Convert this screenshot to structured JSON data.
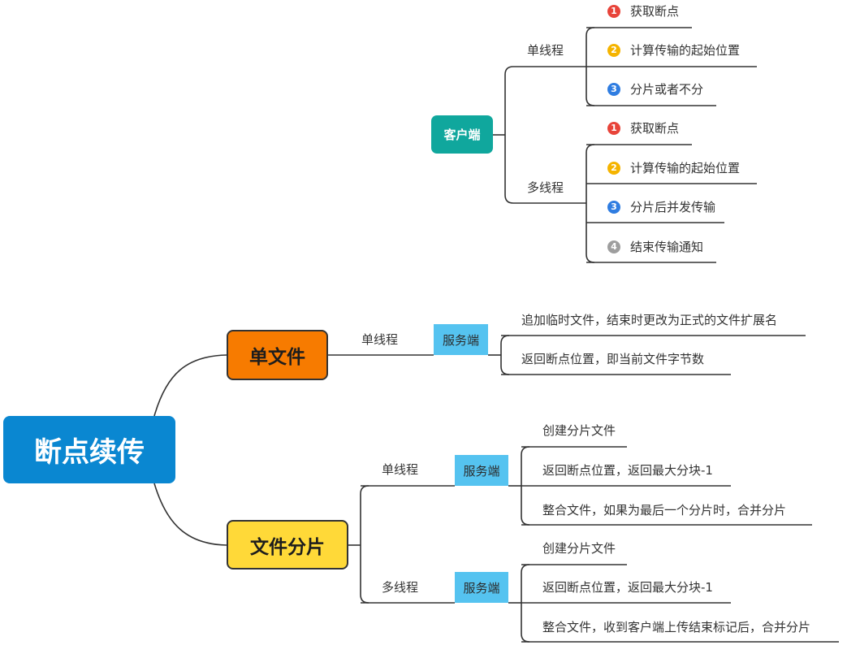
{
  "root": {
    "title": "断点续传"
  },
  "client": {
    "title": "客户端",
    "single": {
      "label": "单线程",
      "items": [
        {
          "num": "1",
          "color": "#e8443a",
          "text": "获取断点"
        },
        {
          "num": "2",
          "color": "#f5b400",
          "text": "计算传输的起始位置"
        },
        {
          "num": "3",
          "color": "#2f7de1",
          "text": "分片或者不分"
        }
      ]
    },
    "multi": {
      "label": "多线程",
      "items": [
        {
          "num": "1",
          "color": "#e8443a",
          "text": "获取断点"
        },
        {
          "num": "2",
          "color": "#f5b400",
          "text": "计算传输的起始位置"
        },
        {
          "num": "3",
          "color": "#2f7de1",
          "text": "分片后并发传输"
        },
        {
          "num": "4",
          "color": "#9e9e9e",
          "text": "结束传输通知"
        }
      ]
    }
  },
  "single_file": {
    "title": "单文件",
    "thread_label": "单线程",
    "server_label": "服务端",
    "items": [
      "追加临时文件，结束时更改为正式的文件扩展名",
      "返回断点位置，即当前文件字节数"
    ]
  },
  "chunked_file": {
    "title": "文件分片",
    "single": {
      "thread_label": "单线程",
      "server_label": "服务端",
      "items": [
        "创建分片文件",
        "返回断点位置，返回最大分块-1",
        "整合文件，如果为最后一个分片时，合并分片"
      ]
    },
    "multi": {
      "thread_label": "多线程",
      "server_label": "服务端",
      "items": [
        "创建分片文件",
        "返回断点位置，返回最大分块-1",
        "整合文件，收到客户端上传结束标记后，合并分片"
      ]
    }
  }
}
